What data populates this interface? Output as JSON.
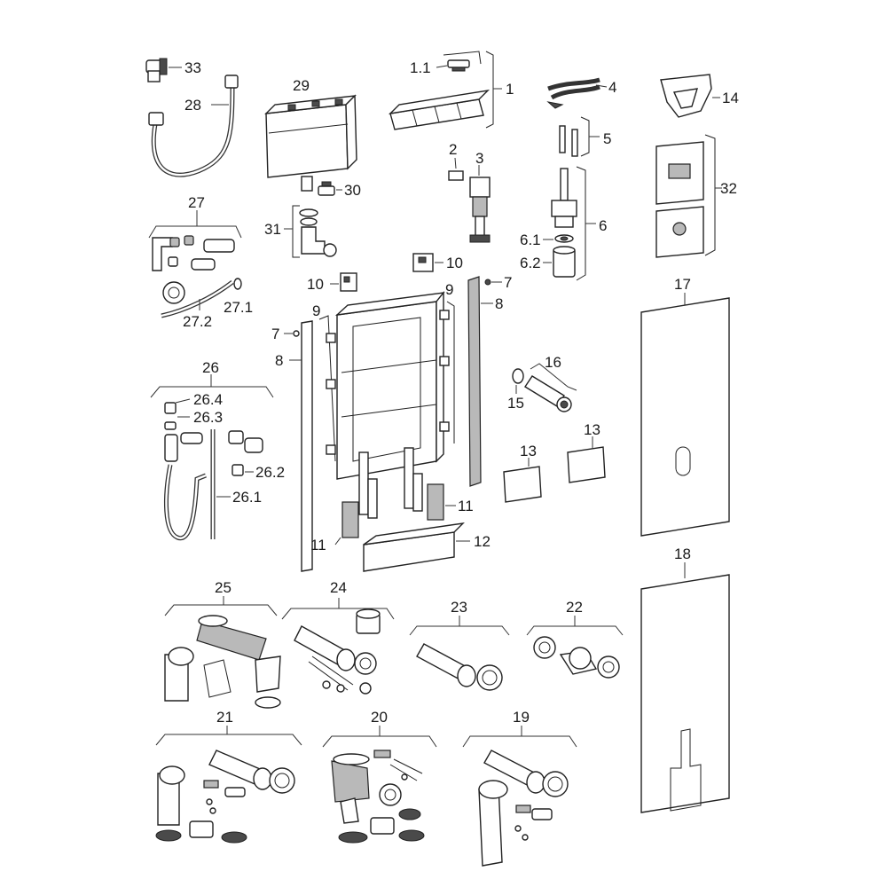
{
  "labels": {
    "p1": "1",
    "p1_1": "1.1",
    "p2": "2",
    "p3": "3",
    "p4": "4",
    "p5": "5",
    "p6": "6",
    "p6_1": "6.1",
    "p6_2": "6.2",
    "p7a": "7",
    "p7b": "7",
    "p8a": "8",
    "p8b": "8",
    "p9a": "9",
    "p9b": "9",
    "p10a": "10",
    "p10b": "10",
    "p11a": "11",
    "p11b": "11",
    "p12": "12",
    "p13a": "13",
    "p13b": "13",
    "p14": "14",
    "p15": "15",
    "p16": "16",
    "p17": "17",
    "p18": "18",
    "p19": "19",
    "p20": "20",
    "p21": "21",
    "p22": "22",
    "p23": "23",
    "p24": "24",
    "p25": "25",
    "p26": "26",
    "p26_1": "26.1",
    "p26_2": "26.2",
    "p26_3": "26.3",
    "p26_4": "26.4",
    "p27": "27",
    "p27_1": "27.1",
    "p27_2": "27.2",
    "p28": "28",
    "p29": "29",
    "p30": "30",
    "p31": "31",
    "p32": "32",
    "p33": "33"
  }
}
